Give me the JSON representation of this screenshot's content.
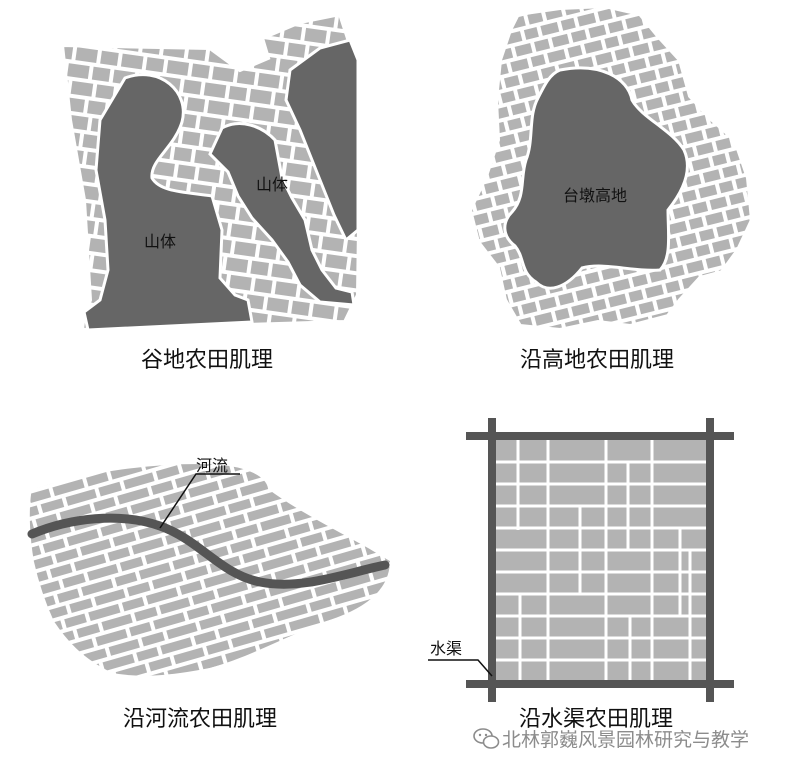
{
  "panels": {
    "valley": {
      "caption": "谷地农田肌理",
      "mountain_label_1": "山体",
      "mountain_label_2": "山体"
    },
    "highland": {
      "caption": "沿高地农田肌理",
      "highland_label": "台墩高地"
    },
    "river": {
      "caption": "沿河流农田肌理",
      "river_label": "河流"
    },
    "canal": {
      "caption": "沿水渠农田肌理",
      "canal_label": "水渠"
    }
  },
  "watermark": {
    "text": "北林郭巍风景园林研究与教学",
    "icon": "wechat-icon"
  },
  "colors": {
    "field": "#b3b3b3",
    "mountain": "#666666",
    "water": "#555555",
    "separator": "#ffffff",
    "text": "#111111"
  }
}
